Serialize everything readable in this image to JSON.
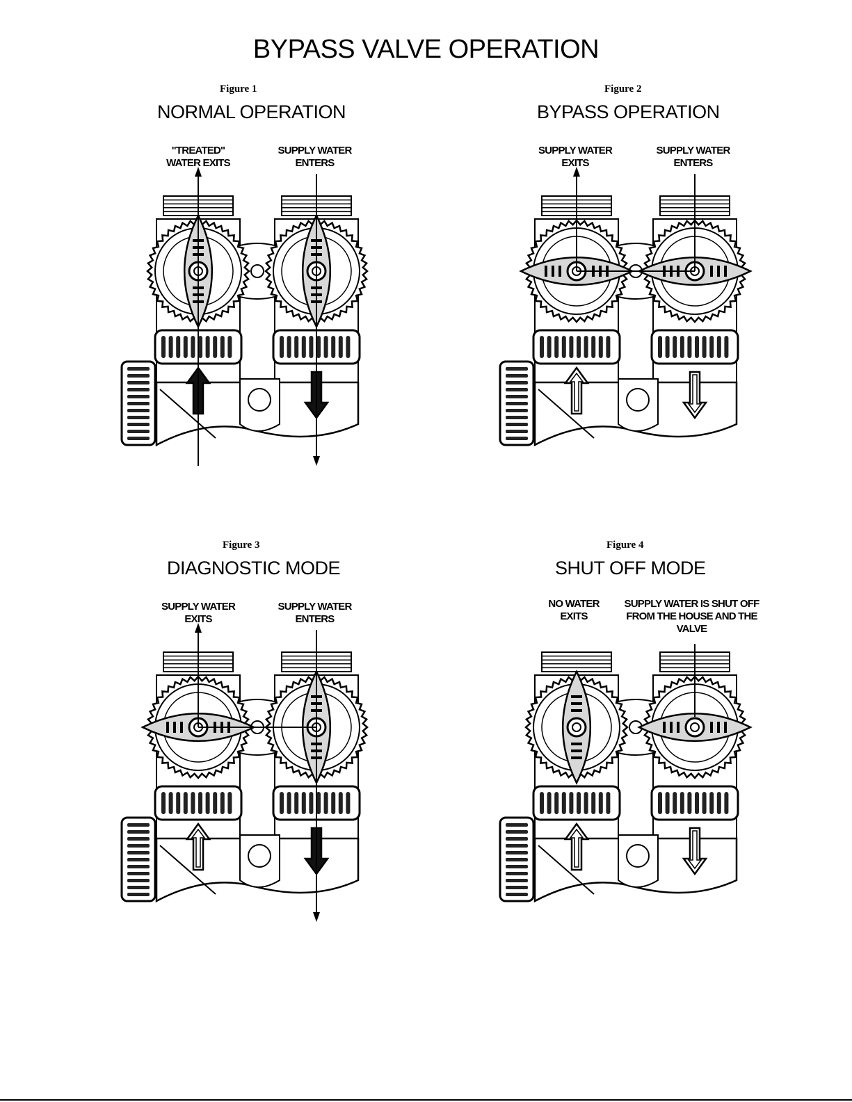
{
  "title": "BYPASS VALVE OPERATION",
  "figures": [
    {
      "number": "Figure 1",
      "mode": "NORMAL OPERATION",
      "left_label": "\"TREATED\" WATER EXITS",
      "right_label": "SUPPLY WATER ENTERS",
      "left_handle": "vertical",
      "right_handle": "vertical"
    },
    {
      "number": "Figure 2",
      "mode": "BYPASS OPERATION",
      "left_label": "SUPPLY WATER EXITS",
      "right_label": "SUPPLY WATER ENTERS",
      "left_handle": "horizontal",
      "right_handle": "horizontal"
    },
    {
      "number": "Figure 3",
      "mode": "DIAGNOSTIC MODE",
      "left_label": "SUPPLY WATER EXITS",
      "right_label": "SUPPLY WATER ENTERS",
      "left_handle": "horizontal",
      "right_handle": "vertical"
    },
    {
      "number": "Figure 4",
      "mode": "SHUT OFF MODE",
      "left_label": "NO WATER EXITS",
      "right_label": "SUPPLY WATER IS SHUT OFF FROM THE HOUSE AND THE VALVE",
      "left_handle": "vertical",
      "right_handle": "horizontal"
    }
  ]
}
